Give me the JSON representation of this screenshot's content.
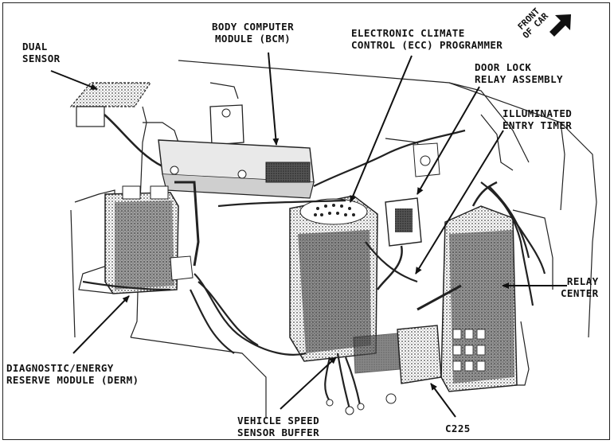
{
  "labels": {
    "dual_sensor": [
      "DUAL",
      "SENSOR"
    ],
    "bcm": [
      "BODY COMPUTER",
      "MODULE (BCM)"
    ],
    "ecc": [
      "ELECTRONIC CLIMATE",
      "CONTROL (ECC) PROGRAMMER"
    ],
    "door_lock": [
      "DOOR LOCK",
      "RELAY ASSEMBLY"
    ],
    "illuminated": [
      "ILLUMINATED",
      "ENTRY TIMER"
    ],
    "relay_center": [
      "RELAY",
      "CENTER"
    ],
    "derm": [
      "DIAGNOSTIC/ENERGY",
      "RESERVE MODULE (DERM)"
    ],
    "vss": [
      "VEHICLE SPEED",
      "SENSOR BUFFER"
    ],
    "c225": "C225",
    "front_of_car": [
      "FRONT",
      "OF CAR"
    ]
  },
  "colors": {
    "ink": "#111111",
    "shade": "#3a3a3a",
    "paper": "#ffffff"
  }
}
